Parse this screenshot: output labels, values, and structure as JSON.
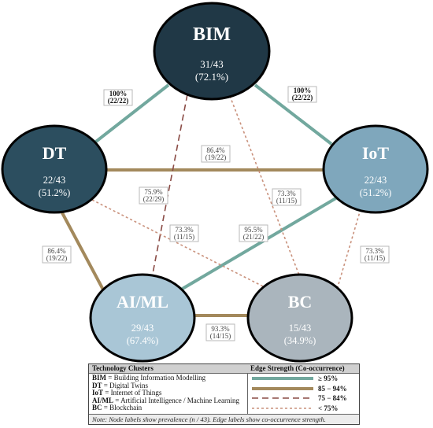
{
  "nodes": {
    "bim": {
      "label": "BIM",
      "count": "31/43",
      "pct": "(72.1%)",
      "fill": "#203846"
    },
    "dt": {
      "label": "DT",
      "count": "22/43",
      "pct": "(51.2%)",
      "fill": "#2c4e5f"
    },
    "iot": {
      "label": "IoT",
      "count": "22/43",
      "pct": "(51.2%)",
      "fill": "#7fa7bc"
    },
    "aiml": {
      "label": "AI/ML",
      "count": "29/43",
      "pct": "(67.4%)",
      "fill": "#a9c6d6"
    },
    "bc": {
      "label": "BC",
      "count": "15/43",
      "pct": "(34.9%)",
      "fill": "#aab5bd"
    }
  },
  "edges": [
    {
      "id": "bim-dt",
      "pct": "100%",
      "frac": "(22/22)",
      "strength": "≥ 95%"
    },
    {
      "id": "bim-iot",
      "pct": "100%",
      "frac": "(22/22)",
      "strength": "≥ 95%"
    },
    {
      "id": "dt-iot",
      "pct": "86.4%",
      "frac": "(19/22)",
      "strength": "85 − 94%"
    },
    {
      "id": "bim-aiml",
      "pct": "75.9%",
      "frac": "(22/29)",
      "strength": "75 − 84%"
    },
    {
      "id": "bim-bc",
      "pct": "73.3%",
      "frac": "(11/15)",
      "strength": "< 75%"
    },
    {
      "id": "dt-bc",
      "pct": "73.3%",
      "frac": "(11/15)",
      "strength": "< 75%"
    },
    {
      "id": "iot-aiml",
      "pct": "95.5%",
      "frac": "(21/22)",
      "strength": "≥ 95%"
    },
    {
      "id": "dt-aiml",
      "pct": "86.4%",
      "frac": "(19/22)",
      "strength": "85 − 94%"
    },
    {
      "id": "iot-bc",
      "pct": "73.3%",
      "frac": "(11/15)",
      "strength": "< 75%"
    },
    {
      "id": "aiml-bc",
      "pct": "93.3%",
      "frac": "(14/15)",
      "strength": "85 − 94%"
    }
  ],
  "legend": {
    "clusters_header": "Technology Clusters",
    "strength_header": "Edge Strength (Co-occurrence)",
    "clusters": [
      {
        "abbr": "BIM",
        "text": " = Building Information Modelling"
      },
      {
        "abbr": "DT",
        "text": " = Digital Twins"
      },
      {
        "abbr": "IoT",
        "text": " = Internet of Things"
      },
      {
        "abbr": "AI/ML",
        "text": " = Artificial Intelligence / Machine Learning"
      },
      {
        "abbr": "BC",
        "text": " = Blockchain"
      }
    ],
    "strengths": [
      {
        "label": "≥ 95%",
        "color": "#72a89e",
        "style": "solid"
      },
      {
        "label": "85 − 94%",
        "color": "#a3895c",
        "style": "solid"
      },
      {
        "label": "75 − 84%",
        "color": "#8a4b45",
        "style": "dashed"
      },
      {
        "label": "< 75%",
        "color": "#c9917c",
        "style": "dotted"
      }
    ],
    "note": "Note: Node labels show prevalence (n / 43). Edge labels show co-occurrence strength."
  }
}
